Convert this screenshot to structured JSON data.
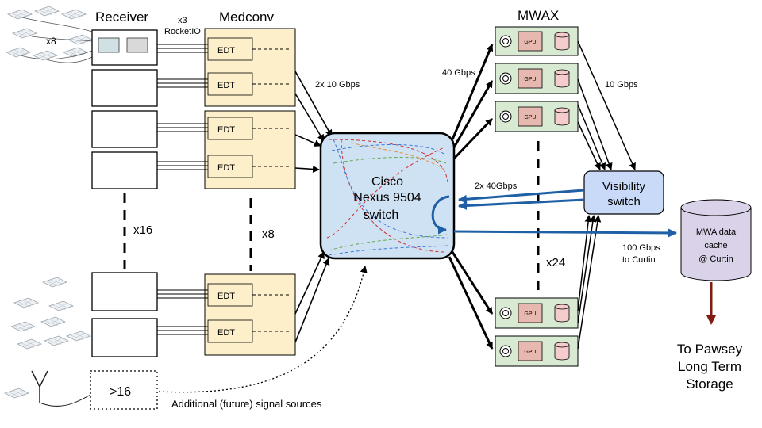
{
  "receiver": {
    "title": "Receiver",
    "tile_multiplier": "x8",
    "count_label": "x16",
    "future_sources_label": ">16"
  },
  "medconv": {
    "title": "Medconv",
    "edt_label": "EDT",
    "count_label": "x8",
    "rocketio_count": "x3",
    "rocketio_label": "RocketIO"
  },
  "links": {
    "medconv_to_switch": "2x 10 Gbps",
    "switch_to_mwax": "40 Gbps",
    "mwax_to_visibility": "10 Gbps",
    "visibility_to_switch": "2x 40Gbps",
    "to_curtin_line1": "100 Gbps",
    "to_curtin_line2": "to Curtin",
    "future_sources": "Additional (future) signal sources"
  },
  "switch": {
    "line1": "Cisco",
    "line2": "Nexus 9504",
    "line3": "switch"
  },
  "mwax": {
    "title": "MWAX",
    "gpu_label": "GPU",
    "count_label": "x24"
  },
  "visibility_switch": {
    "line1": "Visibility",
    "line2": "switch"
  },
  "cache": {
    "line1": "MWA data",
    "line2": "cache",
    "line3": "@ Curtin"
  },
  "pawsey": {
    "line1": "To Pawsey",
    "line2": "Long Term",
    "line3": "Storage"
  },
  "colors": {
    "medconv_fill": "#fdefc9",
    "switch_fill": "#cfe2f3",
    "mwax_fill": "#d9ead3",
    "gpu_fill": "#e6b8af",
    "disk_fill": "#f4cccc",
    "visibility_fill": "#c9daf8",
    "cache_fill": "#d9d2e9",
    "blue_link": "#1f5fa6",
    "pawsey_arrow": "#7f1d10"
  }
}
